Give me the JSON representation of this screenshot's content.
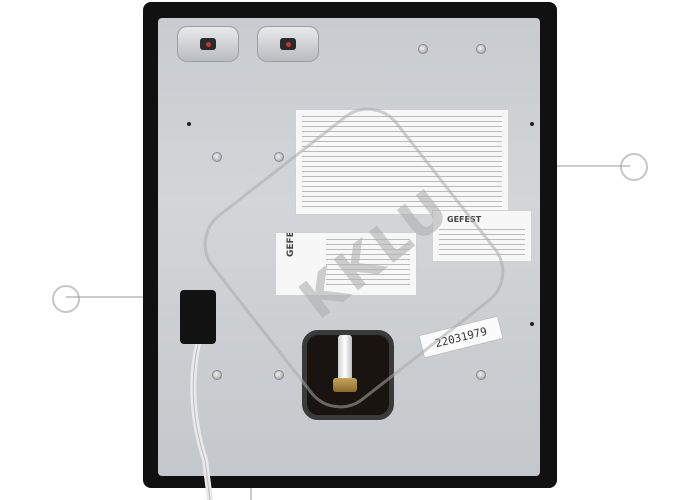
{
  "image": {
    "subject": "back side of a built-in hob",
    "colors": {
      "background": "#ffffff",
      "frame": "#111111",
      "panel": "#c8cbcf",
      "watermark": "#a0a0a0",
      "cable": "#f2f2f2"
    }
  },
  "watermark": {
    "text": "KKLU"
  },
  "labels": {
    "brand": "GEFEST",
    "brand_small": "GEFEST",
    "serial": "22031979"
  },
  "icons": {
    "watermark-circle": "circle",
    "screw": "screw-icon"
  }
}
